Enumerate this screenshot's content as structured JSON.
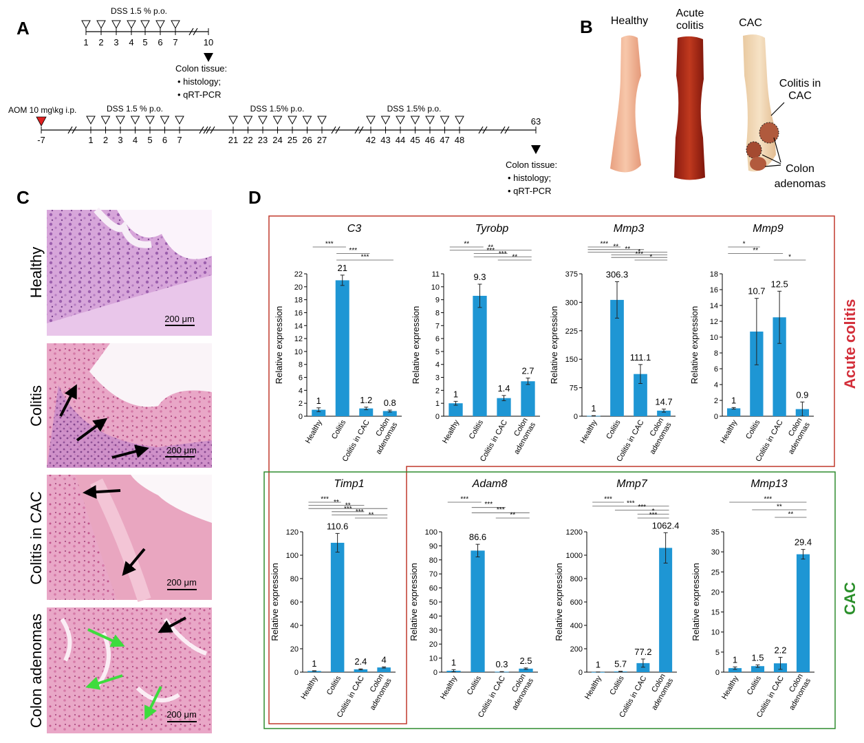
{
  "panel_labels": {
    "A": "A",
    "B": "B",
    "C": "C",
    "D": "D"
  },
  "panelA": {
    "top_timeline": {
      "dss_label": "DSS 1.5 % p.o.",
      "ticks": [
        "1",
        "2",
        "3",
        "4",
        "5",
        "6",
        "7",
        "10"
      ],
      "end_note": [
        "Colon tissue:",
        "• histology;",
        "• qRT-PCR"
      ]
    },
    "bottom_timeline": {
      "aom_label": "AOM 10 mg\\kg i.p.",
      "start_tick": "-7",
      "cycles": [
        {
          "label": "DSS 1.5 % p.o.",
          "ticks": [
            "1",
            "2",
            "3",
            "4",
            "5",
            "6",
            "7"
          ]
        },
        {
          "label": "DSS 1.5% p.o.",
          "ticks": [
            "21",
            "22",
            "23",
            "24",
            "25",
            "26",
            "27"
          ]
        },
        {
          "label": "DSS 1.5% p.o.",
          "ticks": [
            "42",
            "43",
            "44",
            "45",
            "46",
            "47",
            "48"
          ]
        }
      ],
      "end_tick": "63",
      "end_note": [
        "Colon tissue:",
        "• histology;",
        "• qRT-PCR"
      ]
    }
  },
  "panelB": {
    "columns": [
      "Healthy",
      "Acute\ncolitis",
      "CAC"
    ],
    "annotations": [
      "Colitis in\nCAC",
      "Colon\nadenomas"
    ]
  },
  "panelC": {
    "rows": [
      "Healthy",
      "Colitis",
      "Colitis in CAC",
      "Colon adenomas"
    ],
    "scale_bar": "200 μm"
  },
  "panelD": {
    "side_label_top": "Acute colitis",
    "side_label_bottom": "CAC",
    "colors": {
      "bar": "#1e96d4",
      "red_frame": "#c0392b",
      "green_frame": "#2e8b2e",
      "red_text": "#d32f3a",
      "green_text": "#2a8f2a"
    },
    "ylabel": "Relative expression",
    "categories": [
      "Healthy",
      "Colitis",
      "Colitis in CAC",
      "Colon\nadenomas"
    ]
  },
  "chart_data": [
    {
      "type": "bar",
      "title": "C3",
      "ylabel": "Relative expression",
      "categories": [
        "Healthy",
        "Colitis",
        "Colitis in CAC",
        "Colon adenomas"
      ],
      "values": [
        1,
        21,
        1.2,
        0.8
      ],
      "errors": [
        0.3,
        0.8,
        0.2,
        0.15
      ],
      "value_labels": [
        "1",
        "21",
        "1.2",
        "0.8"
      ],
      "ylim": [
        0,
        22
      ],
      "yticks": [
        0,
        2,
        4,
        6,
        8,
        10,
        12,
        14,
        16,
        18,
        20,
        22
      ],
      "significance": [
        {
          "from": 0,
          "to": 1,
          "label": "***"
        },
        {
          "from": 1,
          "to": 2,
          "label": "***"
        },
        {
          "from": 1,
          "to": 3,
          "label": "***"
        }
      ]
    },
    {
      "type": "bar",
      "title": "Tyrobp",
      "ylabel": "Relative expression",
      "categories": [
        "Healthy",
        "Colitis",
        "Colitis in CAC",
        "Colon adenomas"
      ],
      "values": [
        1,
        9.3,
        1.4,
        2.7
      ],
      "errors": [
        0.15,
        0.9,
        0.2,
        0.25
      ],
      "value_labels": [
        "1",
        "9.3",
        "1.4",
        "2.7"
      ],
      "ylim": [
        0,
        11
      ],
      "yticks": [
        0,
        1,
        2,
        3,
        4,
        5,
        6,
        7,
        8,
        9,
        10,
        11
      ],
      "significance": [
        {
          "from": 0,
          "to": 1,
          "label": "**"
        },
        {
          "from": 0,
          "to": 3,
          "label": "**"
        },
        {
          "from": 1,
          "to": 2,
          "label": "***"
        },
        {
          "from": 1,
          "to": 3,
          "label": "***"
        },
        {
          "from": 2,
          "to": 3,
          "label": "**"
        }
      ]
    },
    {
      "type": "bar",
      "title": "Mmp3",
      "ylabel": "Relative expression",
      "categories": [
        "Healthy",
        "Colitis",
        "Colitis in CAC",
        "Colon adenomas"
      ],
      "values": [
        1,
        306.3,
        111.1,
        14.7
      ],
      "errors": [
        0.5,
        48,
        25,
        4
      ],
      "value_labels": [
        "1",
        "306.3",
        "111.1",
        "14.7"
      ],
      "ylim": [
        0,
        375
      ],
      "yticks": [
        0,
        75,
        150,
        225,
        300,
        375
      ],
      "significance": [
        {
          "from": 0,
          "to": 1,
          "label": "***"
        },
        {
          "from": 0,
          "to": 2,
          "label": "**"
        },
        {
          "from": 0,
          "to": 3,
          "label": "**"
        },
        {
          "from": 1,
          "to": 3,
          "label": "*"
        },
        {
          "from": 1,
          "to": 3,
          "label": "***"
        },
        {
          "from": 2,
          "to": 3,
          "label": "*"
        }
      ]
    },
    {
      "type": "bar",
      "title": "Mmp9",
      "ylabel": "Relative expression",
      "categories": [
        "Healthy",
        "Colitis",
        "Colitis in CAC",
        "Colon adenomas"
      ],
      "values": [
        1,
        10.7,
        12.5,
        0.9
      ],
      "errors": [
        0.1,
        4.2,
        3.3,
        0.9
      ],
      "value_labels": [
        "1",
        "10.7",
        "12.5",
        "0.9"
      ],
      "ylim": [
        0,
        18
      ],
      "yticks": [
        0,
        2,
        4,
        6,
        8,
        10,
        12,
        14,
        16,
        18
      ],
      "significance": [
        {
          "from": 0,
          "to": 1,
          "label": "*"
        },
        {
          "from": 0,
          "to": 2,
          "label": "**"
        },
        {
          "from": 2,
          "to": 3,
          "label": "*"
        }
      ]
    },
    {
      "type": "bar",
      "title": "Timp1",
      "ylabel": "Relative expression",
      "categories": [
        "Healthy",
        "Colitis",
        "Colitis in CAC",
        "Colon adenomas"
      ],
      "values": [
        1,
        110.6,
        2.4,
        4
      ],
      "errors": [
        0.2,
        8,
        0.4,
        0.5
      ],
      "value_labels": [
        "1",
        "110.6",
        "2.4",
        "4"
      ],
      "ylim": [
        0,
        120
      ],
      "yticks": [
        0,
        20,
        40,
        60,
        80,
        100,
        120
      ],
      "significance": [
        {
          "from": 0,
          "to": 1,
          "label": "***"
        },
        {
          "from": 0,
          "to": 2,
          "label": "**"
        },
        {
          "from": 0,
          "to": 3,
          "label": "**"
        },
        {
          "from": 1,
          "to": 2,
          "label": "***"
        },
        {
          "from": 1,
          "to": 3,
          "label": "***"
        },
        {
          "from": 2,
          "to": 3,
          "label": "**"
        }
      ]
    },
    {
      "type": "bar",
      "title": "Adam8",
      "ylabel": "Relative expression",
      "categories": [
        "Healthy",
        "Colitis",
        "Colitis in CAC",
        "Colon adenomas"
      ],
      "values": [
        1,
        86.6,
        0.3,
        2.5
      ],
      "errors": [
        0.8,
        4.5,
        0.1,
        0.5
      ],
      "value_labels": [
        "1",
        "86.6",
        "0.3",
        "2.5"
      ],
      "ylim": [
        0,
        100
      ],
      "yticks": [
        0,
        10,
        20,
        30,
        40,
        50,
        60,
        70,
        80,
        90,
        100
      ],
      "significance": [
        {
          "from": 0,
          "to": 1,
          "label": "***"
        },
        {
          "from": 1,
          "to": 2,
          "label": "***"
        },
        {
          "from": 1,
          "to": 3,
          "label": "***"
        },
        {
          "from": 2,
          "to": 3,
          "label": "**"
        }
      ]
    },
    {
      "type": "bar",
      "title": "Mmp7",
      "ylabel": "Relative expression",
      "categories": [
        "Healthy",
        "Colitis",
        "Colitis in CAC",
        "Colon adenomas"
      ],
      "values": [
        1,
        5.7,
        77.2,
        1062.4
      ],
      "errors": [
        0.5,
        2,
        35,
        130
      ],
      "value_labels": [
        "1",
        "5.7",
        "77.2",
        "1062.4"
      ],
      "ylim": [
        0,
        1200
      ],
      "yticks": [
        0,
        200,
        400,
        600,
        800,
        1000,
        1200
      ],
      "significance": [
        {
          "from": 0,
          "to": 1,
          "label": "***"
        },
        {
          "from": 0,
          "to": 3,
          "label": "***"
        },
        {
          "from": 1,
          "to": 3,
          "label": "***"
        },
        {
          "from": 2,
          "to": 3,
          "label": "*"
        },
        {
          "from": 2,
          "to": 3,
          "label": "***"
        }
      ]
    },
    {
      "type": "bar",
      "title": "Mmp13",
      "ylabel": "Relative expression",
      "categories": [
        "Healthy",
        "Colitis",
        "Colitis in CAC",
        "Colon adenomas"
      ],
      "values": [
        1,
        1.5,
        2.2,
        29.4
      ],
      "errors": [
        0.3,
        0.3,
        1.5,
        1.2
      ],
      "value_labels": [
        "1",
        "1.5",
        "2.2",
        "29.4"
      ],
      "ylim": [
        0,
        35
      ],
      "yticks": [
        0,
        5,
        10,
        15,
        20,
        25,
        30,
        35
      ],
      "significance": [
        {
          "from": 0,
          "to": 3,
          "label": "***"
        },
        {
          "from": 1,
          "to": 3,
          "label": "**"
        },
        {
          "from": 2,
          "to": 3,
          "label": "**"
        }
      ]
    }
  ]
}
